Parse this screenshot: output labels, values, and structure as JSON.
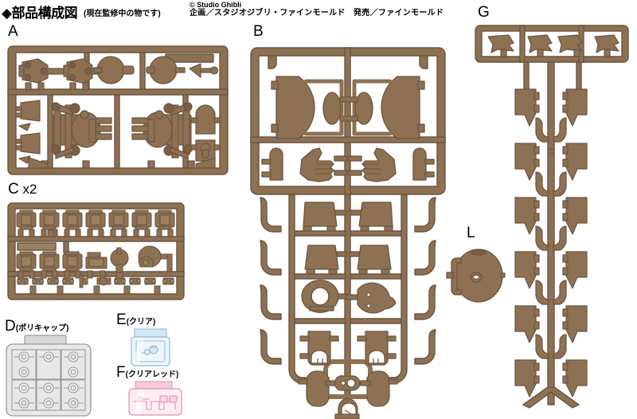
{
  "header": {
    "title": "◆部品構成図",
    "subtitle": "(現在監修中の物です)",
    "copyright": "© Studio Ghibli",
    "credit": "企画／スタジオジブリ・ファインモールド　発売／ファインモールド"
  },
  "colors": {
    "sprue_fill": "#8d7152",
    "sprue_outline": "#6b5540",
    "sprue_light_fill": "#9b8060",
    "polycap_fill": "#e8e8e8",
    "polycap_outline": "#9a9a9a",
    "polycap_tab": "#d8d8d8",
    "clear_fill": "#eef6fb",
    "clear_outline": "#8fb8d4",
    "clear_sheen": "#d2e7f4",
    "clearred_fill": "#fdeef3",
    "clearred_outline": "#e88da8",
    "clearred_sheen": "#f8cdd9",
    "background": "#ffffff"
  },
  "sprues": [
    {
      "id": "A",
      "label": "A",
      "sub": "",
      "multiplier": ""
    },
    {
      "id": "B",
      "label": "B",
      "sub": "",
      "multiplier": ""
    },
    {
      "id": "C",
      "label": "C",
      "sub": "",
      "multiplier": "x2"
    },
    {
      "id": "D",
      "label": "D",
      "sub": "(ポリキャップ)",
      "multiplier": ""
    },
    {
      "id": "E",
      "label": "E",
      "sub": "(クリア)",
      "multiplier": ""
    },
    {
      "id": "F",
      "label": "F",
      "sub": "(クリアレッド)",
      "multiplier": ""
    },
    {
      "id": "G",
      "label": "G",
      "sub": "",
      "multiplier": ""
    },
    {
      "id": "L",
      "label": "L",
      "sub": "",
      "multiplier": ""
    }
  ]
}
